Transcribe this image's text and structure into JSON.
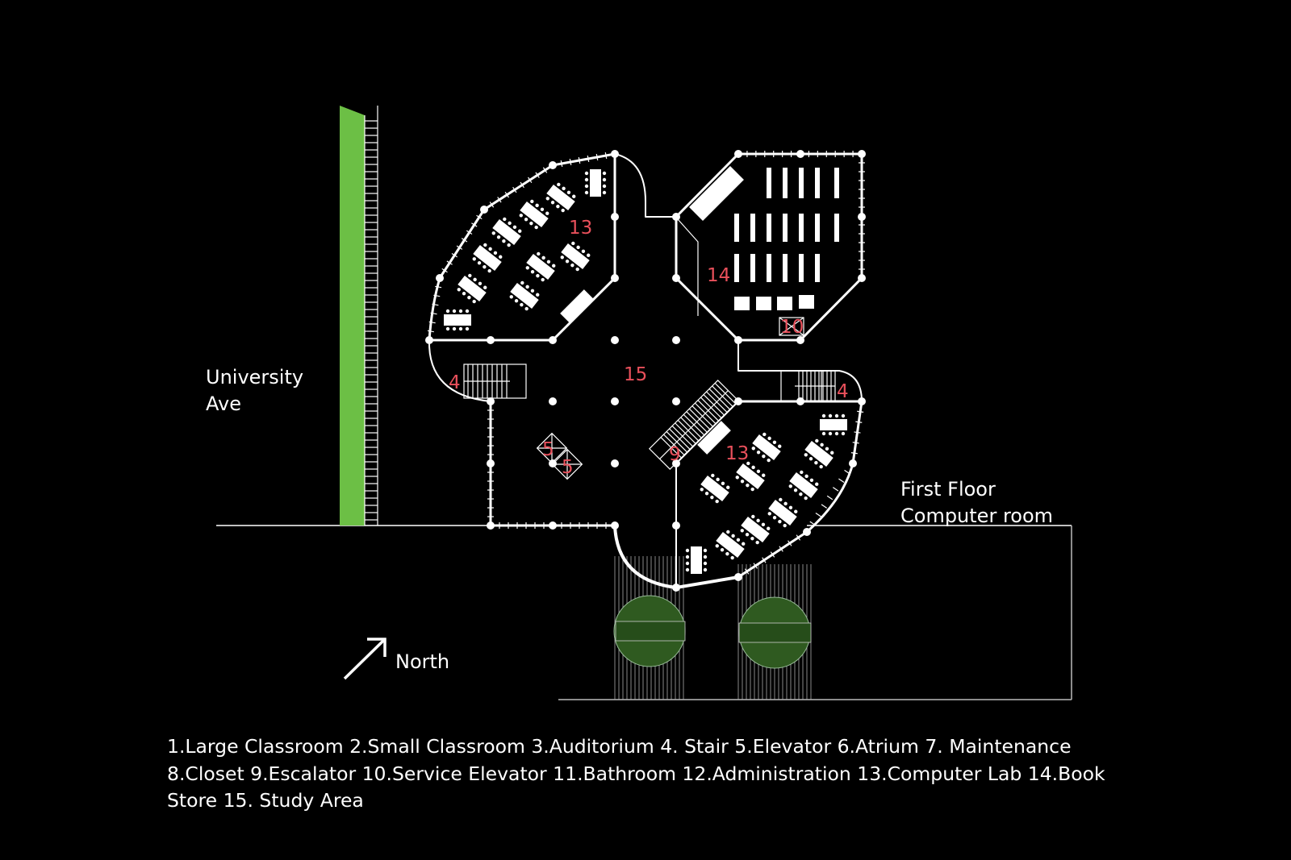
{
  "labels": {
    "street": [
      "University",
      "Ave"
    ],
    "floor": [
      "First Floor",
      "Computer room"
    ],
    "north": "North"
  },
  "room_numbers": {
    "lab_top": "13",
    "bookstore": "14",
    "service_elevator": "10",
    "study": "15",
    "stair_left": "4",
    "stair_right": "4",
    "escalator": "9",
    "lab_bottom": "13",
    "elevator_a": "5",
    "elevator_b": "5"
  },
  "legend": [
    "1.Large Classroom 2.Small Classroom 3.Auditorium 4. Stair 5.Elevator 6.Atrium 7. Maintenance",
    "8.Closet 9.Escalator 10.Service Elevator 11.Bathroom 12.Administration 13.Computer Lab 14.Book",
    "Store 15. Study Area"
  ],
  "colors": {
    "background": "#000000",
    "lines": "#ffffff",
    "numbers": "#e8505b",
    "green_strip": "#6cbf45",
    "tree": "#2f5a20"
  }
}
